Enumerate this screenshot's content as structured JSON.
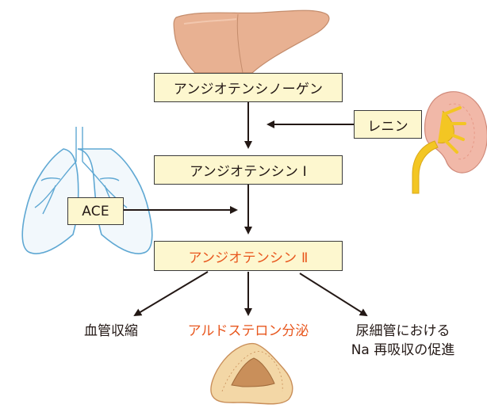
{
  "colors": {
    "box_fill": "#fdf7cf",
    "box_border": "#3b3b3b",
    "highlight_text": "#e8571e",
    "arrow": "#231815",
    "liver": "#e8b192",
    "lung_stroke": "#5fa8d3",
    "kidney": "#f1b8a8",
    "kidney_pelvis": "#f3c623",
    "adrenal": "#c98f5a"
  },
  "icons": {
    "liver": "liver-illustration",
    "lungs": "lungs-illustration",
    "kidney": "kidney-illustration",
    "adrenal": "adrenal-gland-illustration"
  },
  "nodes": {
    "angiotensinogen": "アンジオテンシノーゲン",
    "angiotensin1": "アンジオテンシン Ⅰ",
    "angiotensin2": "アンジオテンシン Ⅱ",
    "renin": "レニン",
    "ace": "ACE"
  },
  "effects": {
    "vasoconstriction": "血管収縮",
    "aldosterone": "アルドステロン分泌",
    "tubule_line1": "尿細管における",
    "tubule_line2": "Na 再吸収の促進"
  }
}
